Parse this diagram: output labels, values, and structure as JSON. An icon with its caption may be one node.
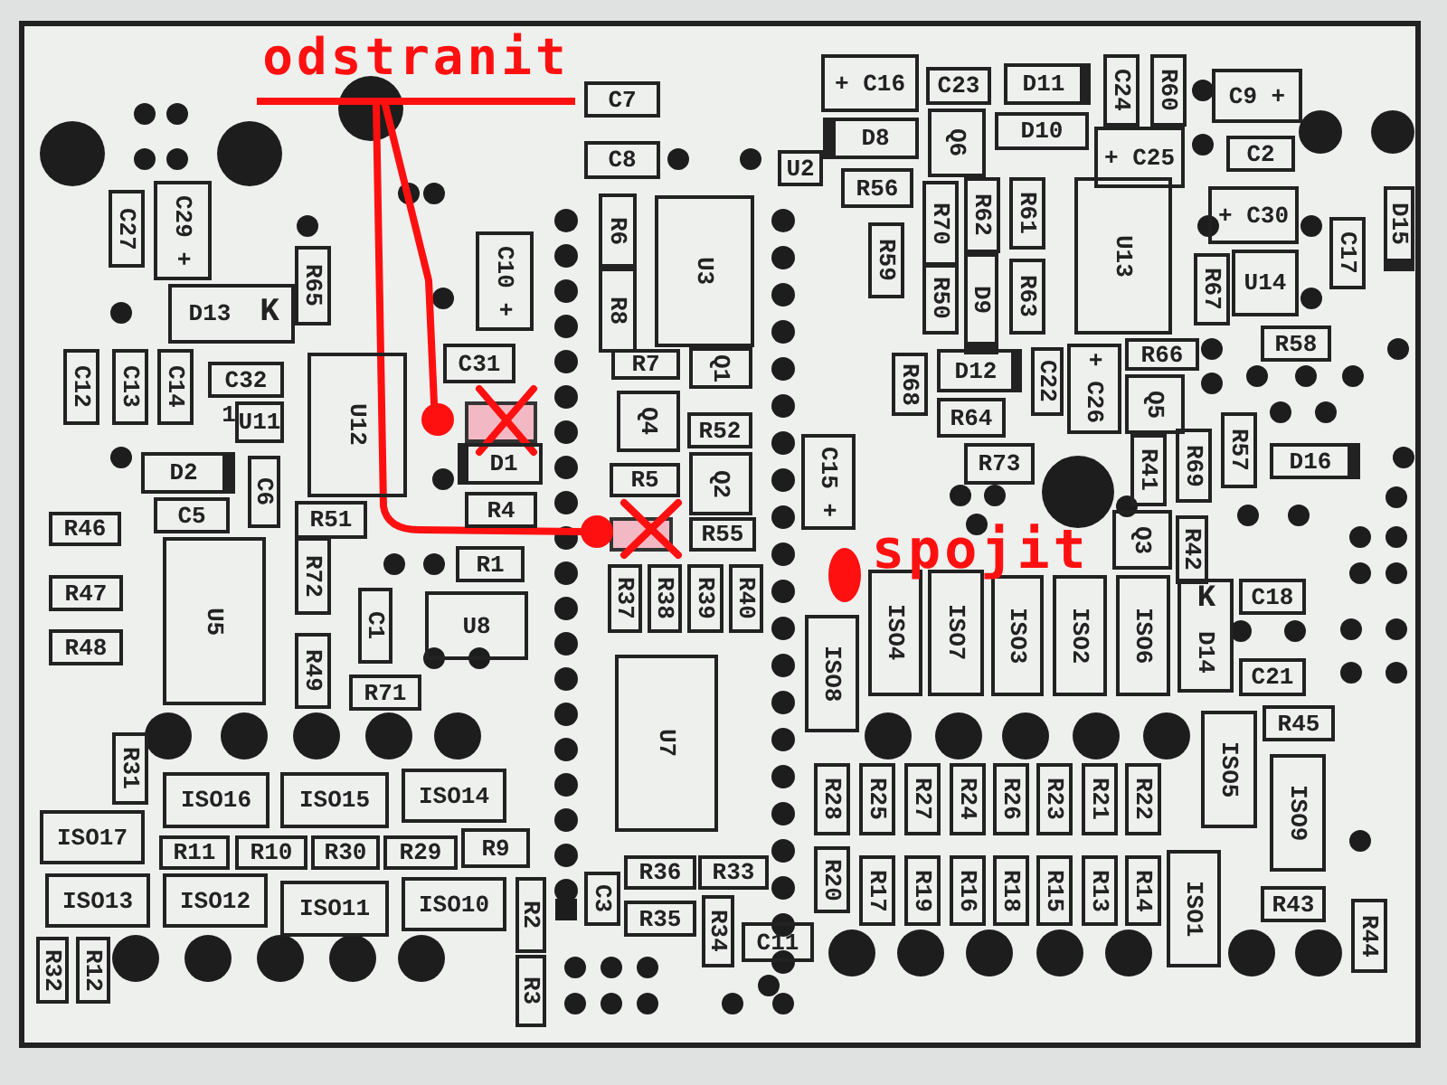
{
  "diagram": {
    "nodes": [
      {
        "text": [
          "odstranit"
        ]
      },
      {
        "text": [],
        "shape": "circle"
      },
      {
        "text": [],
        "shape": "circle"
      }
    ],
    "edges": [
      {
        "from": 0,
        "to": 1,
        "arrow": "none"
      },
      {
        "from": 0,
        "to": 2,
        "arrow": "none"
      }
    ],
    "labels": [
      "C7",
      "+ C16",
      "C23",
      "D11",
      "C24",
      "R60",
      "C9 +",
      "C8",
      "D8",
      "Q6",
      "D10",
      "C2",
      "C27",
      "C29 +",
      "U2",
      "+ C25",
      "R56",
      "R6",
      "U3",
      "R70",
      "R62",
      "R61",
      "U13",
      "+ C30",
      "D15",
      "R59",
      "C10 +",
      "R65",
      "R8",
      "R50",
      "D9",
      "R63",
      "R67",
      "U14",
      "C17",
      "D13",
      "K",
      "R58",
      "R66",
      "C31",
      "U12",
      "R7",
      "Q1",
      "R68",
      "D12",
      "C22",
      "+ C26",
      "C12",
      "C13",
      "C14",
      "C32",
      "Q5",
      "1",
      "U11",
      "Q4",
      "R64",
      "R52",
      "C15 +",
      "R41",
      "R69",
      "R57",
      "D2",
      "C6",
      "D1",
      "R5",
      "Q2",
      "R73",
      "D16",
      "R46",
      "C5",
      "R51",
      "R4",
      "R55",
      "Q3",
      "R42",
      "R47",
      "U5",
      "R72",
      "R1",
      "R37",
      "R38",
      "R39",
      "R40",
      "ISO4",
      "ISO7",
      "ISO3",
      "ISO2",
      "ISO6",
      "K",
      "D14",
      "C18",
      "U8",
      "C1",
      "ISO8",
      "R48",
      "R49",
      "U7",
      "C21",
      "R71",
      "R31",
      "ISO16",
      "ISO15",
      "ISO14",
      "R28",
      "R25",
      "R27",
      "R24",
      "R26",
      "R23",
      "R21",
      "R22",
      "ISO5",
      "R45",
      "ISO9",
      "ISO17",
      "R11",
      "R10",
      "R30",
      "R29",
      "R9",
      "R20",
      "R17",
      "R19",
      "R16",
      "R18",
      "R15",
      "R13",
      "R14",
      "ISO1",
      "R36",
      "R33",
      "C3",
      "ISO13",
      "ISO12",
      "ISO10",
      "R2",
      "ISO11",
      "R43",
      "R35",
      "R34",
      "R44",
      "C11",
      "R32",
      "R12",
      "R3",
      "spojit"
    ]
  }
}
